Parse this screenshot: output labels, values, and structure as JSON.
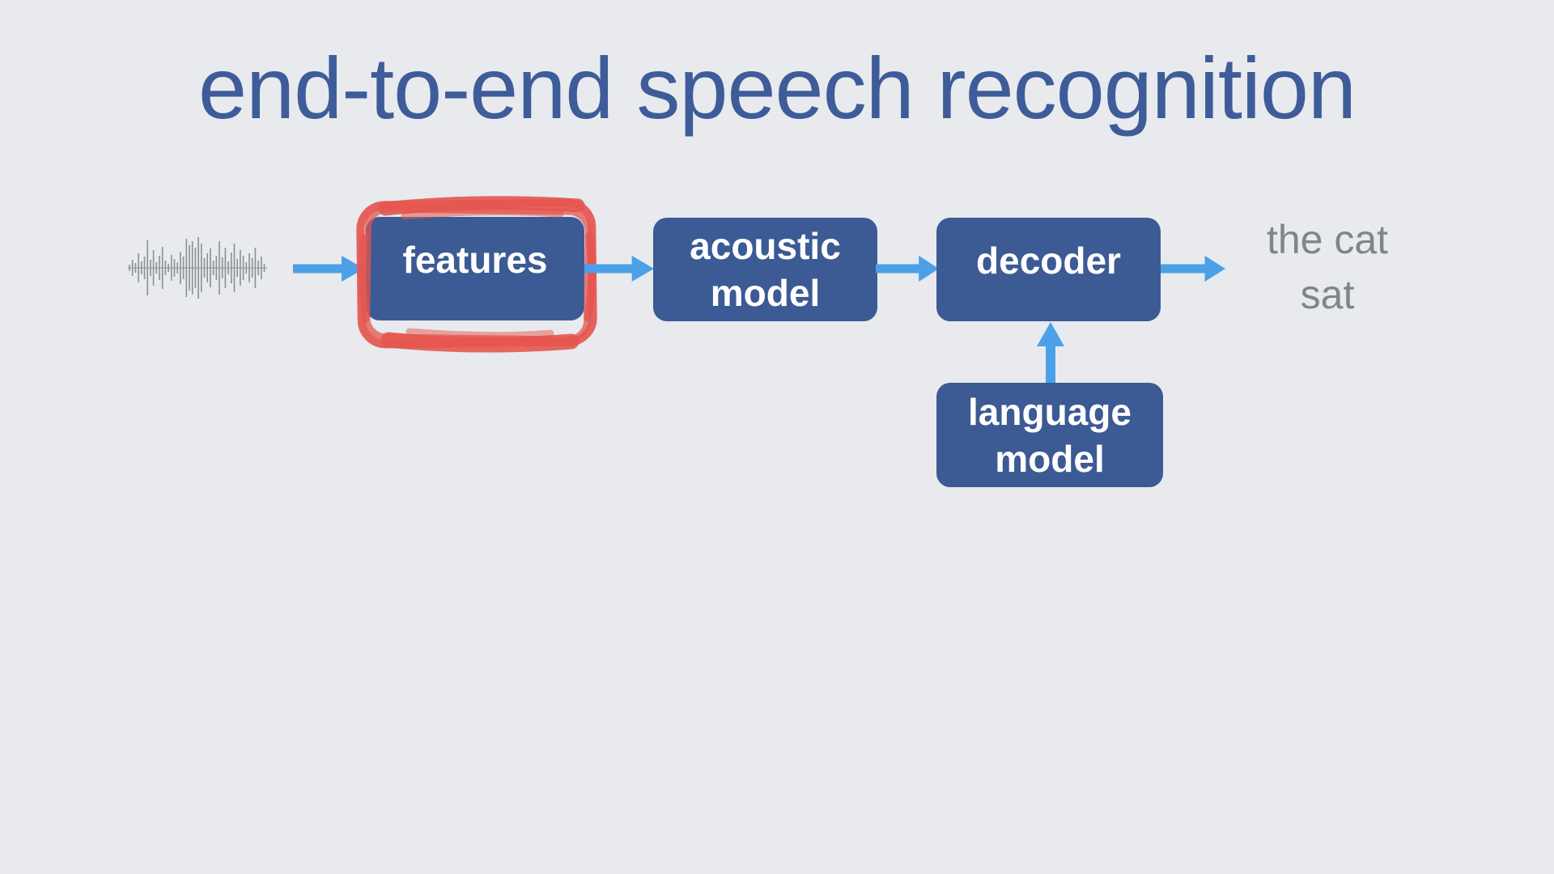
{
  "slide": {
    "title": "end-to-end speech recognition",
    "background_color": "#e8eaee",
    "title_color": "#3e5c99"
  },
  "colors": {
    "box_fill": "#3c5a94",
    "box_text": "#ffffff",
    "arrow_blue": "#4ba0e8",
    "highlight_red": "#e4564f",
    "waveform_gray": "#8b9097",
    "output_text_gray": "#7f858d"
  },
  "diagram": {
    "input": {
      "icon": "audio-waveform-icon"
    },
    "boxes": {
      "features": {
        "label": "features",
        "highlighted": true
      },
      "acoustic": {
        "line1": "acoustic",
        "line2": "model"
      },
      "decoder": {
        "label": "decoder"
      },
      "language": {
        "line1": "language",
        "line2": "model"
      }
    },
    "arrows": [
      "input-to-features",
      "features-to-acoustic-model",
      "acoustic-model-to-decoder",
      "decoder-to-output",
      "language-model-to-decoder"
    ],
    "output": {
      "line1": "the cat",
      "line2": "sat"
    },
    "annotation": {
      "type": "hand-drawn-marker-frame",
      "target": "features",
      "color": "#e4564f"
    }
  }
}
